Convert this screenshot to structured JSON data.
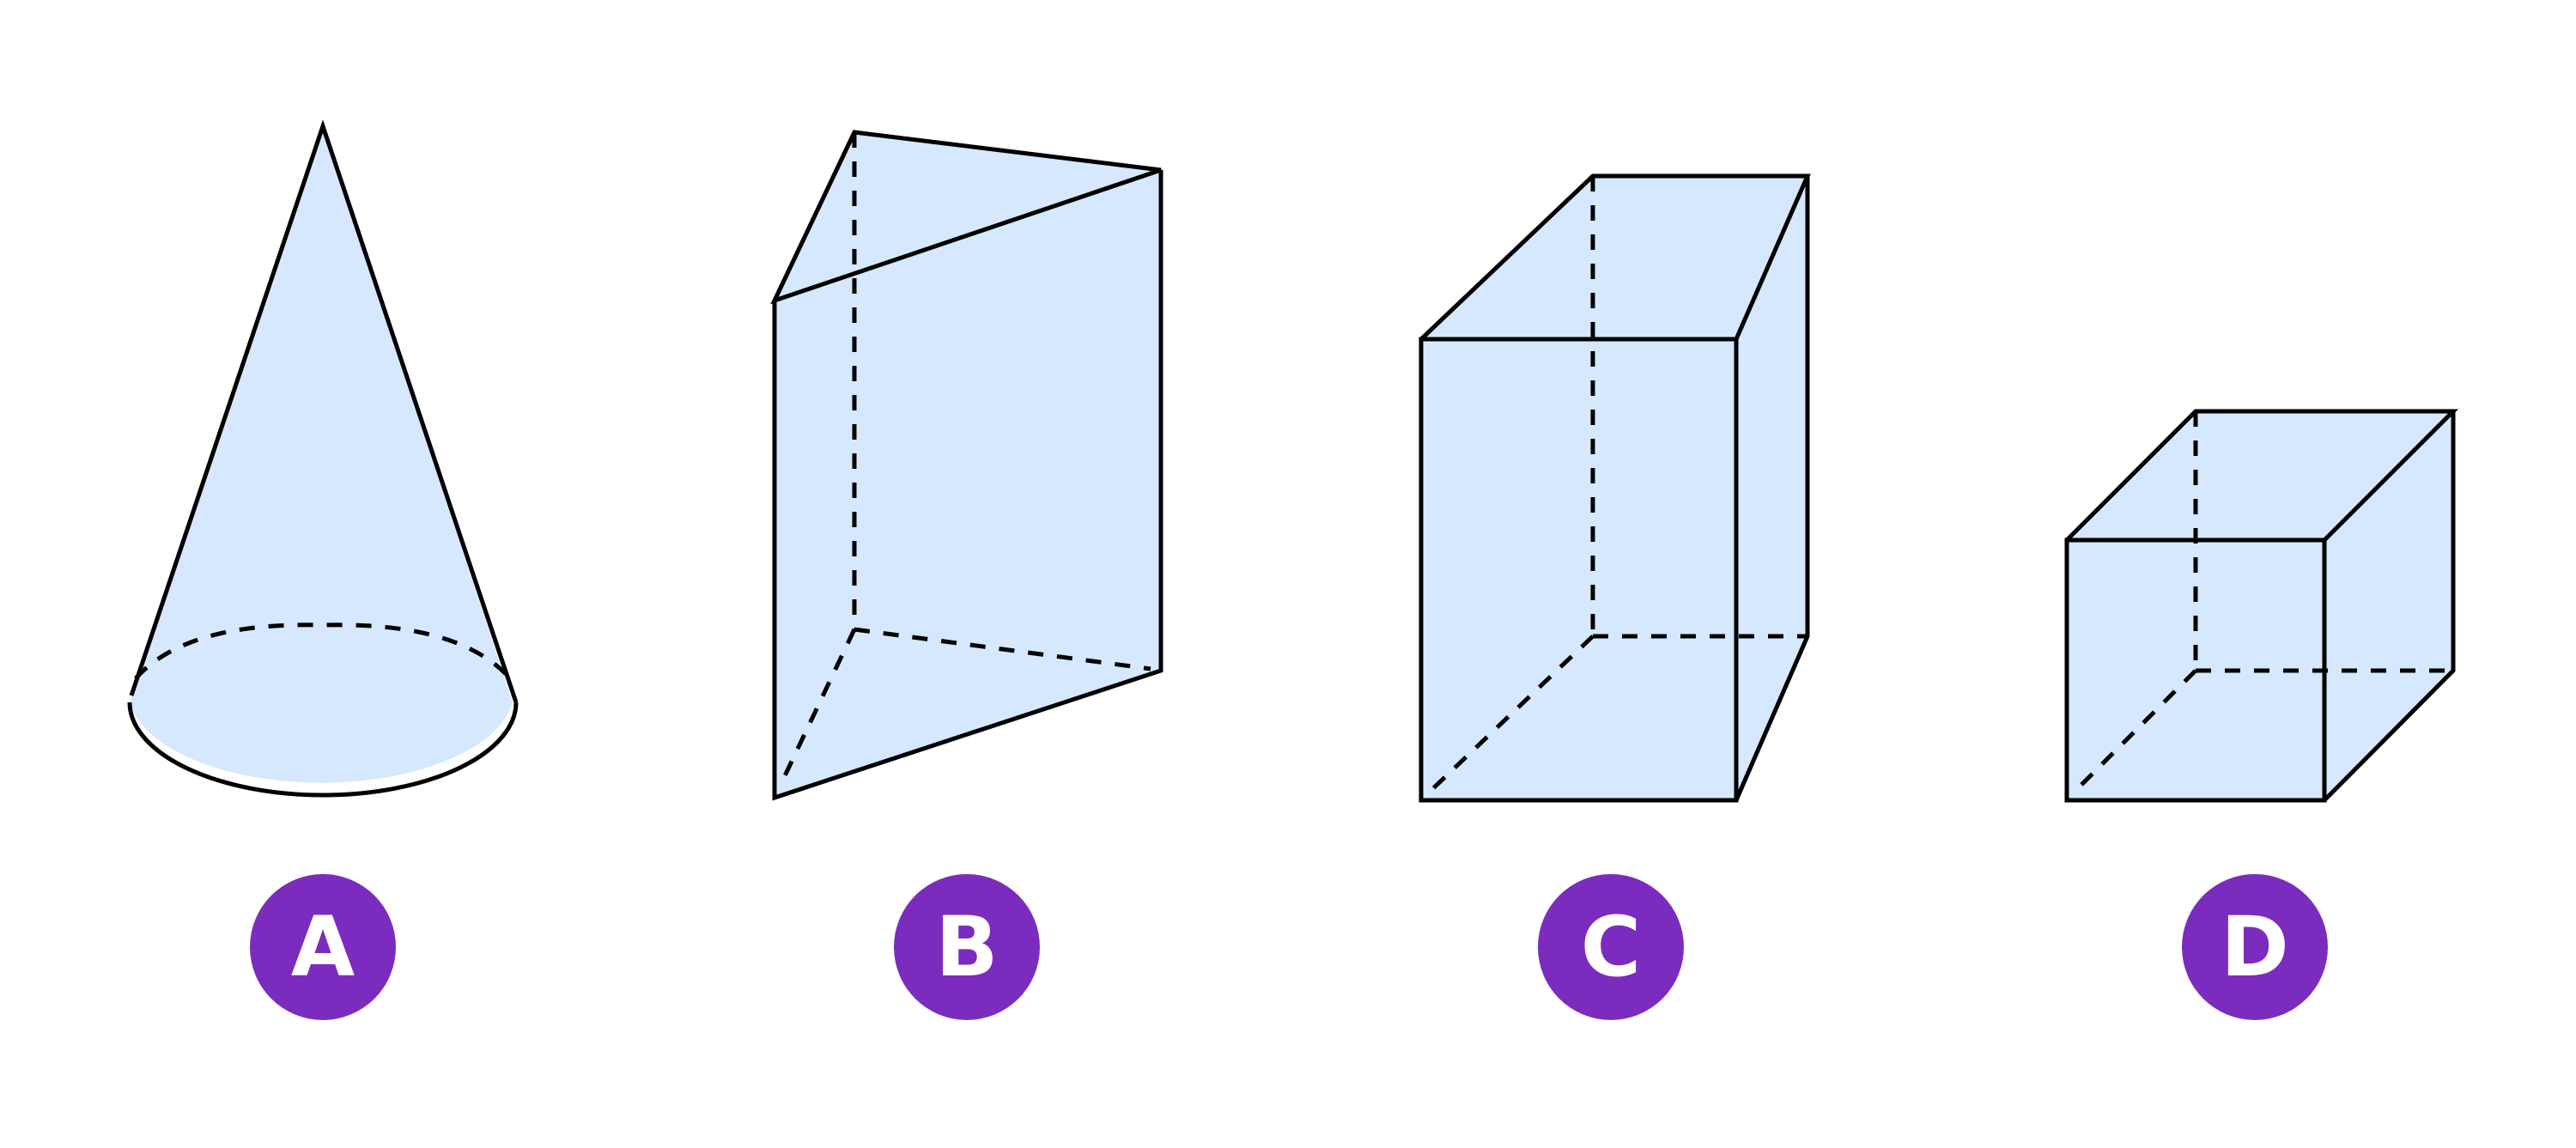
{
  "colors": {
    "face_fill": "#D6E8FD",
    "badge_fill": "#7B2CBF",
    "badge_text": "#FFFFFF",
    "edge": "#000000"
  },
  "shapes": [
    {
      "name": "cone",
      "label": "A"
    },
    {
      "name": "triangular-prism",
      "label": "B"
    },
    {
      "name": "rectangular-prism",
      "label": "C"
    },
    {
      "name": "cube",
      "label": "D"
    }
  ]
}
